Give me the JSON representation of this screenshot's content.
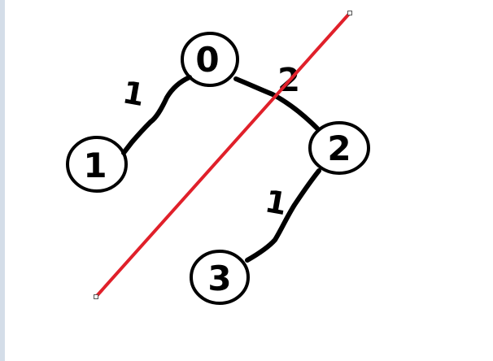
{
  "diagram": {
    "type": "graph",
    "nodes": [
      {
        "id": "0",
        "label": "0"
      },
      {
        "id": "1",
        "label": "1"
      },
      {
        "id": "2",
        "label": "2"
      },
      {
        "id": "3",
        "label": "3"
      }
    ],
    "edges": [
      {
        "from": "0",
        "to": "1",
        "weight": "1"
      },
      {
        "from": "0",
        "to": "2",
        "weight": "2"
      },
      {
        "from": "2",
        "to": "3",
        "weight": "1"
      }
    ],
    "cut_line": {
      "color": "#e0202a",
      "selected": true
    }
  },
  "colors": {
    "ink": "#000000",
    "cut_line": "#e0202a",
    "side_strip": "#d4dde8"
  }
}
